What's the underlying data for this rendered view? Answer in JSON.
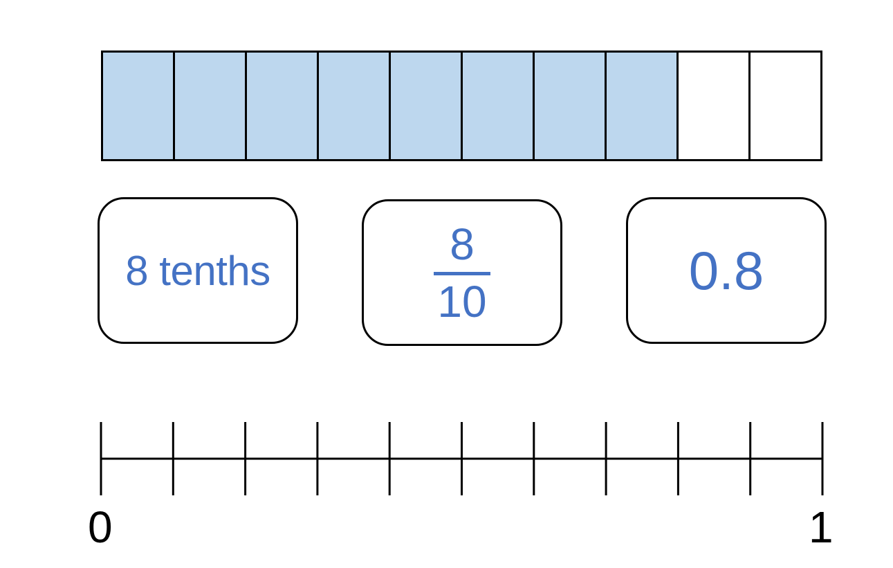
{
  "tenths_bar": {
    "total_parts": 10,
    "shaded_parts": 8,
    "shade_color": "#bdd7ee",
    "empty_color": "#ffffff",
    "border_color": "#000000"
  },
  "cards": {
    "words": "8 tenths",
    "fraction": {
      "numerator": "8",
      "denominator": "10"
    },
    "decimal": "0.8",
    "text_color": "#4472c4"
  },
  "number_line": {
    "start_label": "0",
    "end_label": "1",
    "divisions": 10
  }
}
